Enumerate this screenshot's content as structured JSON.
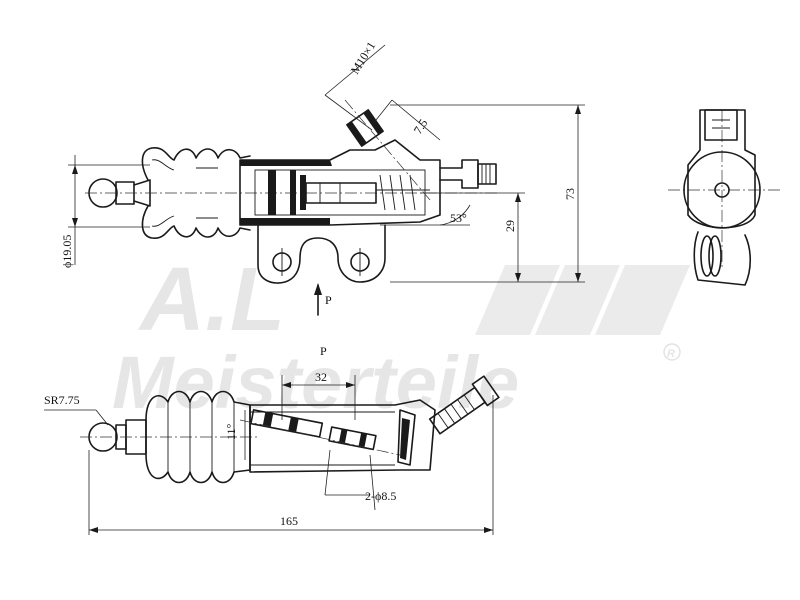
{
  "watermark": {
    "brand": "Meisterteile",
    "initials": "A.L",
    "registered": "R"
  },
  "dimensions": {
    "thread": "M10×1",
    "thread_length": "7.5",
    "angle_53": "53°",
    "height_29": "29",
    "height_73": "73",
    "diameter_19": "ϕ19.05",
    "pressure_label_top": "P",
    "pressure_label_bottom": "P",
    "spacing_32": "32",
    "angle_11": "11°",
    "radius": "SR7.75",
    "holes": "2-ϕ8.5",
    "length_165": "165"
  }
}
